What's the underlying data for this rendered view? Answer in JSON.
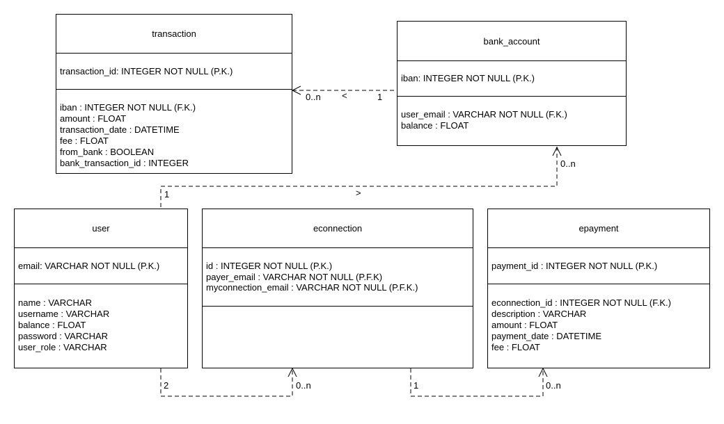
{
  "entities": {
    "transaction": {
      "name": "transaction",
      "pk": [
        "transaction_id: INTEGER NOT NULL (P.K.)"
      ],
      "attrs": [
        "iban : INTEGER NOT NULL (F.K.)",
        "amount : FLOAT",
        "transaction_date : DATETIME",
        "fee : FLOAT",
        "from_bank : BOOLEAN",
        "bank_transaction_id : INTEGER"
      ]
    },
    "bank_account": {
      "name": "bank_account",
      "pk": [
        "iban: INTEGER NOT NULL (P.K.)"
      ],
      "attrs": [
        "user_email : VARCHAR NOT NULL (F.K.)",
        "balance : FLOAT"
      ]
    },
    "user": {
      "name": "user",
      "pk": [
        "email: VARCHAR NOT NULL (P.K.)"
      ],
      "attrs": [
        "name : VARCHAR",
        "username : VARCHAR",
        "balance : FLOAT",
        "password : VARCHAR",
        "user_role : VARCHAR"
      ]
    },
    "econnection": {
      "name": "econnection",
      "pk": [
        "id : INTEGER NOT NULL (P.K.)",
        "payer_email : VARCHAR NOT NULL (P.F.K)",
        "myconnection_email : VARCHAR NOT NULL (P.F.K.)"
      ],
      "attrs": []
    },
    "epayment": {
      "name": "epayment",
      "pk": [
        "payment_id : INTEGER NOT NULL (P.K.)"
      ],
      "attrs": [
        "econnection_id : INTEGER NOT NULL (F.K.)",
        "description : VARCHAR",
        "amount : FLOAT",
        "payment_date : DATETIME",
        "fee : FLOAT"
      ]
    }
  },
  "relations": {
    "transaction_bank": {
      "many": "0..n",
      "one": "1",
      "direction": "<"
    },
    "bank_user": {
      "many": "0..n",
      "one": "1",
      "direction": ">"
    },
    "user_econnection": {
      "one": "2",
      "many": "0..n"
    },
    "econnection_epayment": {
      "one": "1",
      "many": "0..n"
    }
  }
}
